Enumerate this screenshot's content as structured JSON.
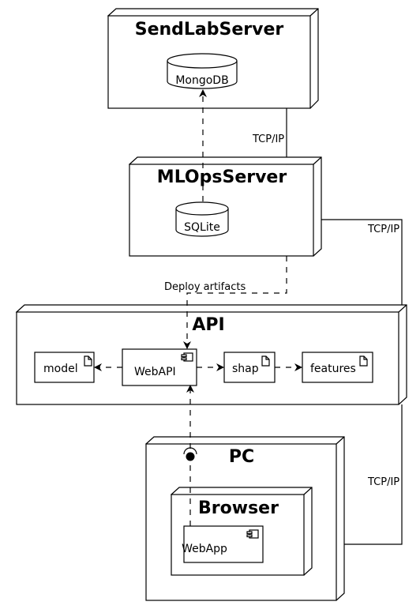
{
  "nodes": {
    "sendlab": {
      "title": "SendLabServer"
    },
    "mlops": {
      "title": "MLOpsServer"
    },
    "api": {
      "title": "API"
    },
    "pc": {
      "title": "PC"
    },
    "browser": {
      "title": "Browser"
    }
  },
  "databases": {
    "mongodb": "MongoDB",
    "sqlite": "SQLite"
  },
  "components": {
    "webapi": "WebAPI",
    "webapp": "WebApp"
  },
  "artifacts": {
    "model": "model",
    "shap": "shap",
    "features": "features"
  },
  "links": {
    "tcp_sendlab_mlops": "TCP/IP",
    "tcp_mlops_api": "TCP/IP",
    "tcp_api_pc": "TCP/IP",
    "deploy": "Deploy artifacts"
  }
}
